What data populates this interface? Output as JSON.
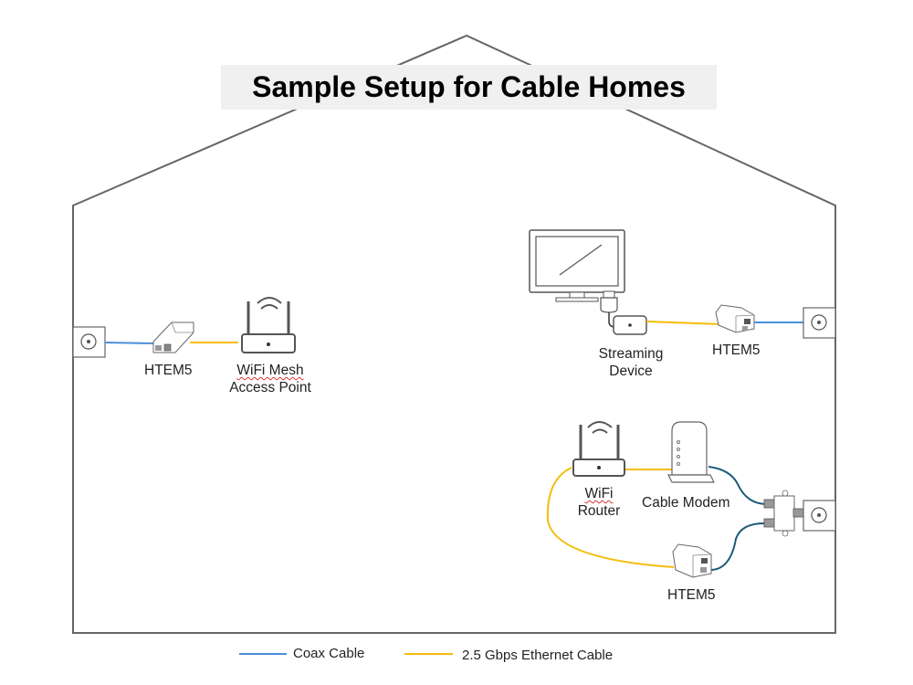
{
  "title": "Sample Setup for Cable Homes",
  "colors": {
    "coax": "#4a8fd8",
    "coax_dark": "#1a5a7a",
    "ethernet": "#f5bd0c",
    "outline": "#666666",
    "title_bg": "#f0f0f0"
  },
  "devices": {
    "left_htem": "HTEM5",
    "mesh_ap_line1": "WiFi Mesh",
    "mesh_ap_line2": "Access Point",
    "streaming_line1": "Streaming",
    "streaming_line2": "Device",
    "right_htem": "HTEM5",
    "router_line1": "WiFi",
    "router_line2": "Router",
    "modem": "Cable Modem",
    "bottom_htem": "HTEM5"
  },
  "legend": {
    "coax": "Coax Cable",
    "ethernet": "2.5 Gbps Ethernet Cable"
  }
}
